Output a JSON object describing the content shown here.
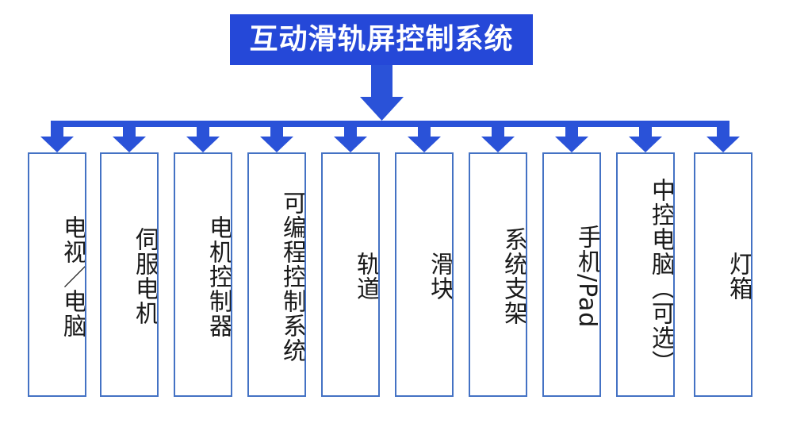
{
  "diagram": {
    "type": "hierarchy-tree",
    "orientation": "top-down",
    "title": "互动滑轨屏控制系统",
    "child_count": 10
  },
  "colors": {
    "title_background": "#2548D8",
    "title_text": "#FFFFFF",
    "connector": "#2A52D8",
    "box_border": "#4472C4",
    "box_fill": "#FFFFFF",
    "label_text": "#1A1A1A",
    "page_background": "#FFFFFF"
  },
  "root": {
    "label": "互动滑轨屏控制系统"
  },
  "nodes": [
    {
      "id": "tv-pc",
      "label": "电视／电脑"
    },
    {
      "id": "servo-motor",
      "label": "伺服电机"
    },
    {
      "id": "motor-controller",
      "label": "电机控制器"
    },
    {
      "id": "plc-system",
      "label": "可编程控制系统"
    },
    {
      "id": "track",
      "label": "轨道"
    },
    {
      "id": "slider",
      "label": "滑块"
    },
    {
      "id": "system-bracket",
      "label": "系统支架"
    },
    {
      "id": "phone-pad",
      "label": "手机/Pad"
    },
    {
      "id": "central-pc",
      "label": "中控电脑（可选）"
    },
    {
      "id": "light-box",
      "label": "灯箱"
    }
  ]
}
